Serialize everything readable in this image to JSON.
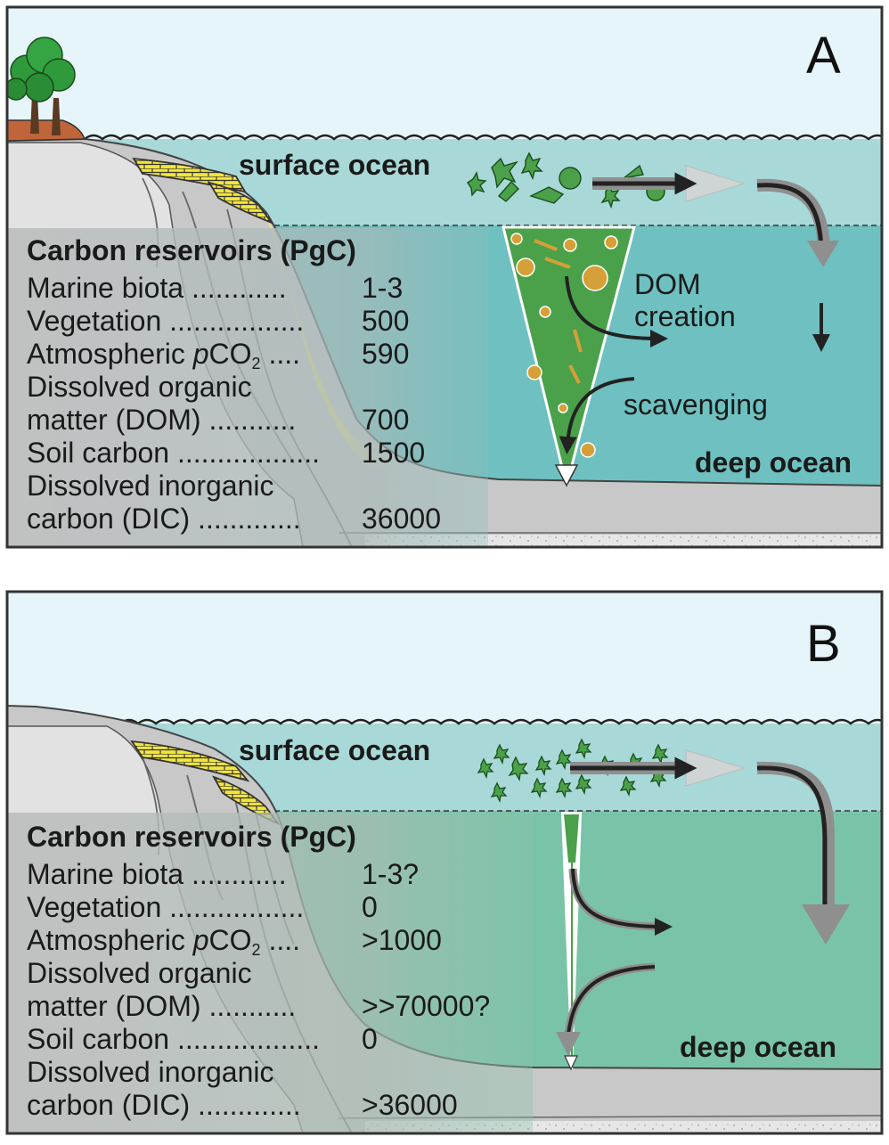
{
  "colors": {
    "sky": "#e6f5f9",
    "surface_ocean": "#a9d8d8",
    "deep_ocean_a": "#6ec1c0",
    "deep_ocean_b": "#79c4a8",
    "rock": "#c8c8c8",
    "rock_light": "#e2e2e2",
    "sediment_fill": "#e9e07a",
    "limestone": "#f2e53a",
    "particle_green": "#4aa14a",
    "particle_gold": "#d5a037",
    "arrow_dark": "#222222",
    "arrow_gray": "#8f8f8f"
  },
  "panel_a": {
    "letter": "A",
    "surface_label": "surface ocean",
    "deep_label": "deep ocean",
    "dom_creation_label_1": "DOM",
    "dom_creation_label_2": "creation",
    "scavenging_label": "scavenging",
    "reservoirs_title": "Carbon reservoirs (PgC)",
    "rows": [
      {
        "name": "Marine biota ............",
        "value": "1-3"
      },
      {
        "name": "Vegetation .................",
        "value": "500"
      },
      {
        "name_pre": "Atmospheric ",
        "name_italic": "p",
        "name_mid": "CO",
        "name_sub": "2",
        "name_post": " ....",
        "value": "590"
      },
      {
        "name": "Dissolved organic",
        "value": ""
      },
      {
        "name": "matter (DOM) ...........",
        "value": "700"
      },
      {
        "name": "Soil carbon ..................",
        "value": "1500"
      },
      {
        "name": "Dissolved inorganic",
        "value": ""
      },
      {
        "name": "carbon (DIC) .............",
        "value": "36000"
      }
    ]
  },
  "panel_b": {
    "letter": "B",
    "surface_label": "surface ocean",
    "deep_label": "deep ocean",
    "reservoirs_title": "Carbon reservoirs (PgC)",
    "rows": [
      {
        "name": "Marine biota ............",
        "value": "1-3?"
      },
      {
        "name": "Vegetation .................",
        "value": "0"
      },
      {
        "name_pre": "Atmospheric ",
        "name_italic": "p",
        "name_mid": "CO",
        "name_sub": "2",
        "name_post": " ....",
        "value": ">1000"
      },
      {
        "name": "Dissolved organic",
        "value": ""
      },
      {
        "name": "matter (DOM) ...........",
        "value": ">>70000?"
      },
      {
        "name": "Soil carbon ..................",
        "value": "0"
      },
      {
        "name": "Dissolved inorganic",
        "value": ""
      },
      {
        "name": "carbon (DIC) .............",
        "value": ">36000"
      }
    ]
  }
}
